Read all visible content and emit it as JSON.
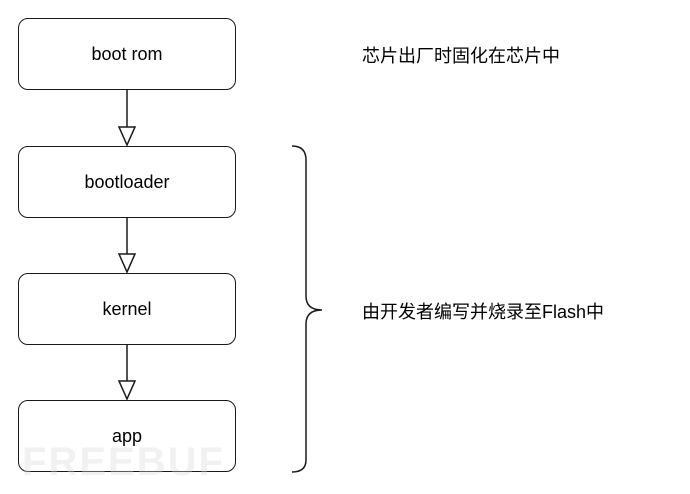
{
  "diagram": {
    "nodes": [
      {
        "id": "bootrom",
        "label": "boot rom"
      },
      {
        "id": "bootloader",
        "label": "bootloader"
      },
      {
        "id": "kernel",
        "label": "kernel"
      },
      {
        "id": "app",
        "label": "app"
      }
    ],
    "edges": [
      {
        "from": "bootrom",
        "to": "bootloader"
      },
      {
        "from": "bootloader",
        "to": "kernel"
      },
      {
        "from": "kernel",
        "to": "app"
      }
    ],
    "annotations": {
      "top": "芯片出厂时固化在芯片中",
      "brace": "由开发者编写并烧录至Flash中"
    }
  },
  "watermark": "FREEBUF"
}
